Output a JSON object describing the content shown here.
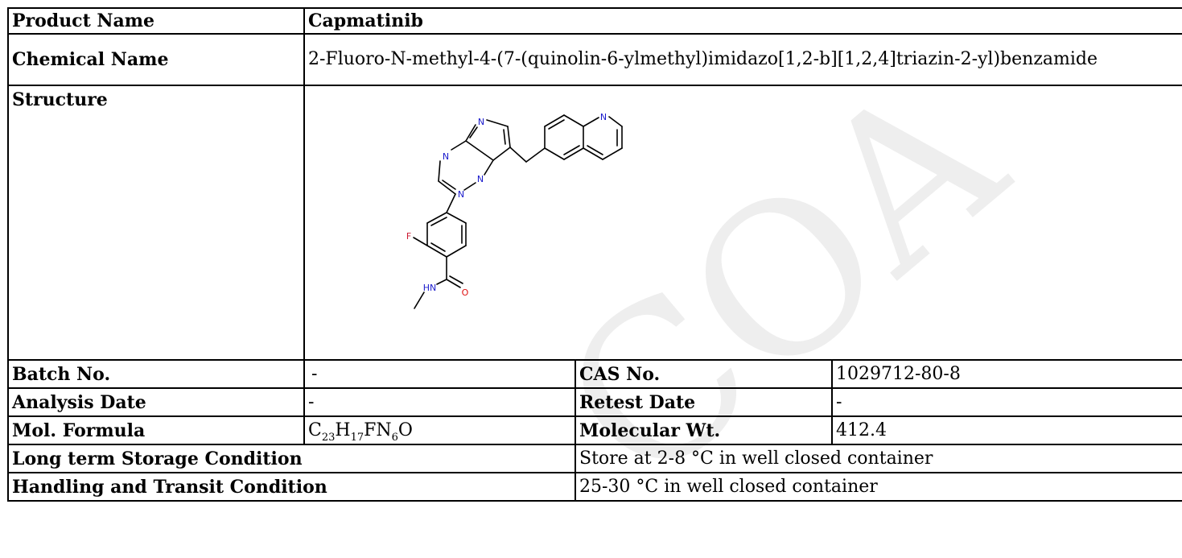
{
  "product_name": {
    "label": "Product Name",
    "value": "Capmatinib"
  },
  "chemical_name": {
    "label": "Chemical Name",
    "value": "2-Fluoro-N-methyl-4-(7-(quinolin-6-ylmethyl)imidazo[1,2-b][1,2,4]triazin-2-yl)benzamide"
  },
  "structure": {
    "label": "Structure",
    "atoms": {
      "n_imid": "N",
      "n_quin": "N",
      "n_tri1": "N",
      "n_tri2": "N",
      "n_tri3": "N",
      "f": "F",
      "hn": "HN",
      "o": "O"
    },
    "atom_colors": {
      "nitrogen": "#1a1acc",
      "fluorine": "#cc1a33",
      "oxygen": "#e01010"
    }
  },
  "batch_no": {
    "label": "Batch No.",
    "value": "-"
  },
  "cas_no": {
    "label": "CAS No.",
    "value": "1029712-80-8"
  },
  "analysis_date": {
    "label": "Analysis Date",
    "value": "-"
  },
  "retest_date": {
    "label": "Retest Date",
    "value": "-"
  },
  "mol_formula": {
    "label": "Mol. Formula",
    "parts": [
      "C",
      "23",
      "H",
      "17",
      "FN",
      "6",
      "O"
    ]
  },
  "molecular_wt": {
    "label": "Molecular Wt.",
    "value": "412.4"
  },
  "storage": {
    "label": "Long term Storage Condition",
    "value": "Store at 2-8 °C in well closed container"
  },
  "handling": {
    "label": "Handling and Transit Condition",
    "value": "25-30 °C in well closed container"
  },
  "watermark": {
    "text": "COA",
    "color": "#eeeeee"
  }
}
